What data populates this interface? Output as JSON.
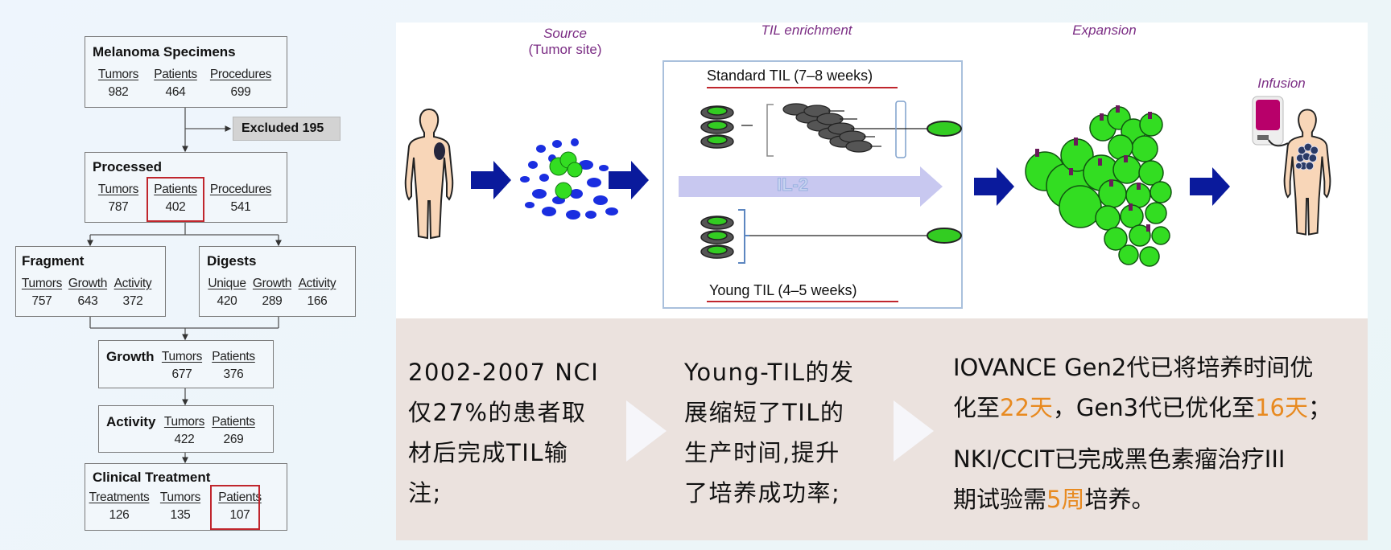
{
  "flowchart": {
    "specimens": {
      "title": "Melanoma Specimens",
      "columns": [
        {
          "header": "Tumors",
          "value": "982"
        },
        {
          "header": "Patients",
          "value": "464"
        },
        {
          "header": "Procedures",
          "value": "699"
        }
      ]
    },
    "excluded": {
      "label": "Excluded 195"
    },
    "processed": {
      "title": "Processed",
      "columns": [
        {
          "header": "Tumors",
          "value": "787"
        },
        {
          "header": "Patients",
          "value": "402"
        },
        {
          "header": "Procedures",
          "value": "541"
        }
      ],
      "highlighted": "Patients"
    },
    "fragment": {
      "title": "Fragment",
      "columns": [
        {
          "header": "Tumors",
          "value": "757"
        },
        {
          "header": "Growth",
          "value": "643"
        },
        {
          "header": "Activity",
          "value": "372"
        }
      ]
    },
    "digests": {
      "title": "Digests",
      "columns": [
        {
          "header": "Unique",
          "value": "420"
        },
        {
          "header": "Growth",
          "value": "289"
        },
        {
          "header": "Activity",
          "value": "166"
        }
      ]
    },
    "growth": {
      "title": "Growth",
      "columns": [
        {
          "header": "Tumors",
          "value": "677"
        },
        {
          "header": "Patients",
          "value": "376"
        }
      ]
    },
    "activity": {
      "title": "Activity",
      "columns": [
        {
          "header": "Tumors",
          "value": "422"
        },
        {
          "header": "Patients",
          "value": "269"
        }
      ]
    },
    "clinical": {
      "title": "Clinical Treatment",
      "columns": [
        {
          "header": "Treatments",
          "value": "126"
        },
        {
          "header": "Tumors",
          "value": "135"
        },
        {
          "header": "Patients",
          "value": "107"
        }
      ],
      "highlighted": "Patients"
    }
  },
  "diagram": {
    "stages": {
      "source": "Source",
      "source_sub": "(Tumor site)",
      "til_enrichment": "TIL enrichment",
      "expansion": "Expansion",
      "infusion": "Infusion"
    },
    "standard_til": "Standard TIL (7–8 weeks)",
    "young_til": "Young TIL (4–5  weeks)",
    "il2": "IL-2",
    "colors": {
      "arrow": "#0a1a9c",
      "cell_green": "#33dd22",
      "tumor_blue": "#1a2ee0",
      "stage_label": "#7b2d84",
      "underline_red": "#c0262d"
    }
  },
  "notes": {
    "col1": [
      "2002-2007 NCI",
      "仅27%的患者取",
      "材后完成TIL输",
      "注;"
    ],
    "col2": [
      "Young-TIL的发",
      "展缩短了TIL的",
      "生产时间,提升",
      "了培养成功率;"
    ],
    "col3": {
      "line1": "IOVANCE Gen2代已将培养时间优",
      "line2_a": "化至",
      "line2_b": "22天",
      "line2_c": "，Gen3代已优化至",
      "line2_d": "16天",
      "line2_e": "；",
      "line3": "NKI/CCIT已完成黑色素瘤治疗III",
      "line4_a": "期试验需",
      "line4_b": "5周",
      "line4_c": "培养。"
    },
    "highlight_color": "#e88a20"
  }
}
